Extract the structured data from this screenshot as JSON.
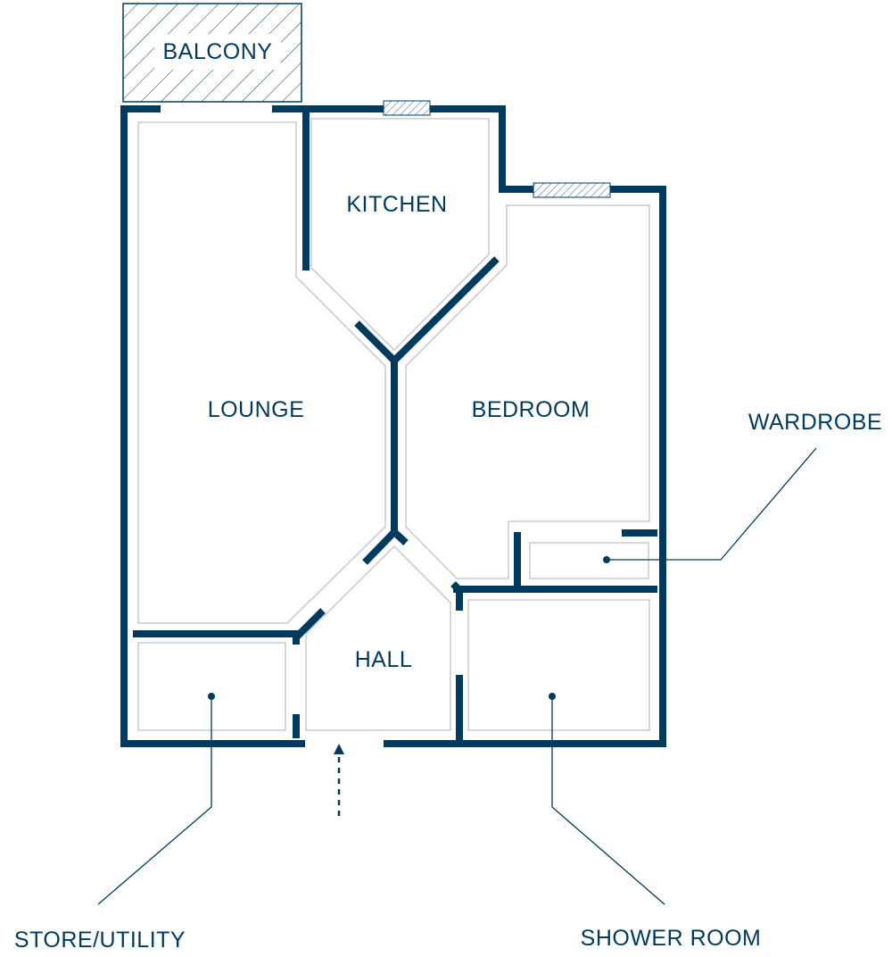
{
  "colors": {
    "wall": "#003a5c",
    "inner_line": "#c9ced3",
    "background": "#ffffff"
  },
  "rooms": {
    "balcony": "BALCONY",
    "kitchen": "KITCHEN",
    "lounge": "LOUNGE",
    "bedroom": "BEDROOM",
    "hall": "HALL"
  },
  "callouts": {
    "wardrobe": "WARDROBE",
    "store_utility": "STORE/UTILITY",
    "shower_room": "SHOWER ROOM"
  }
}
